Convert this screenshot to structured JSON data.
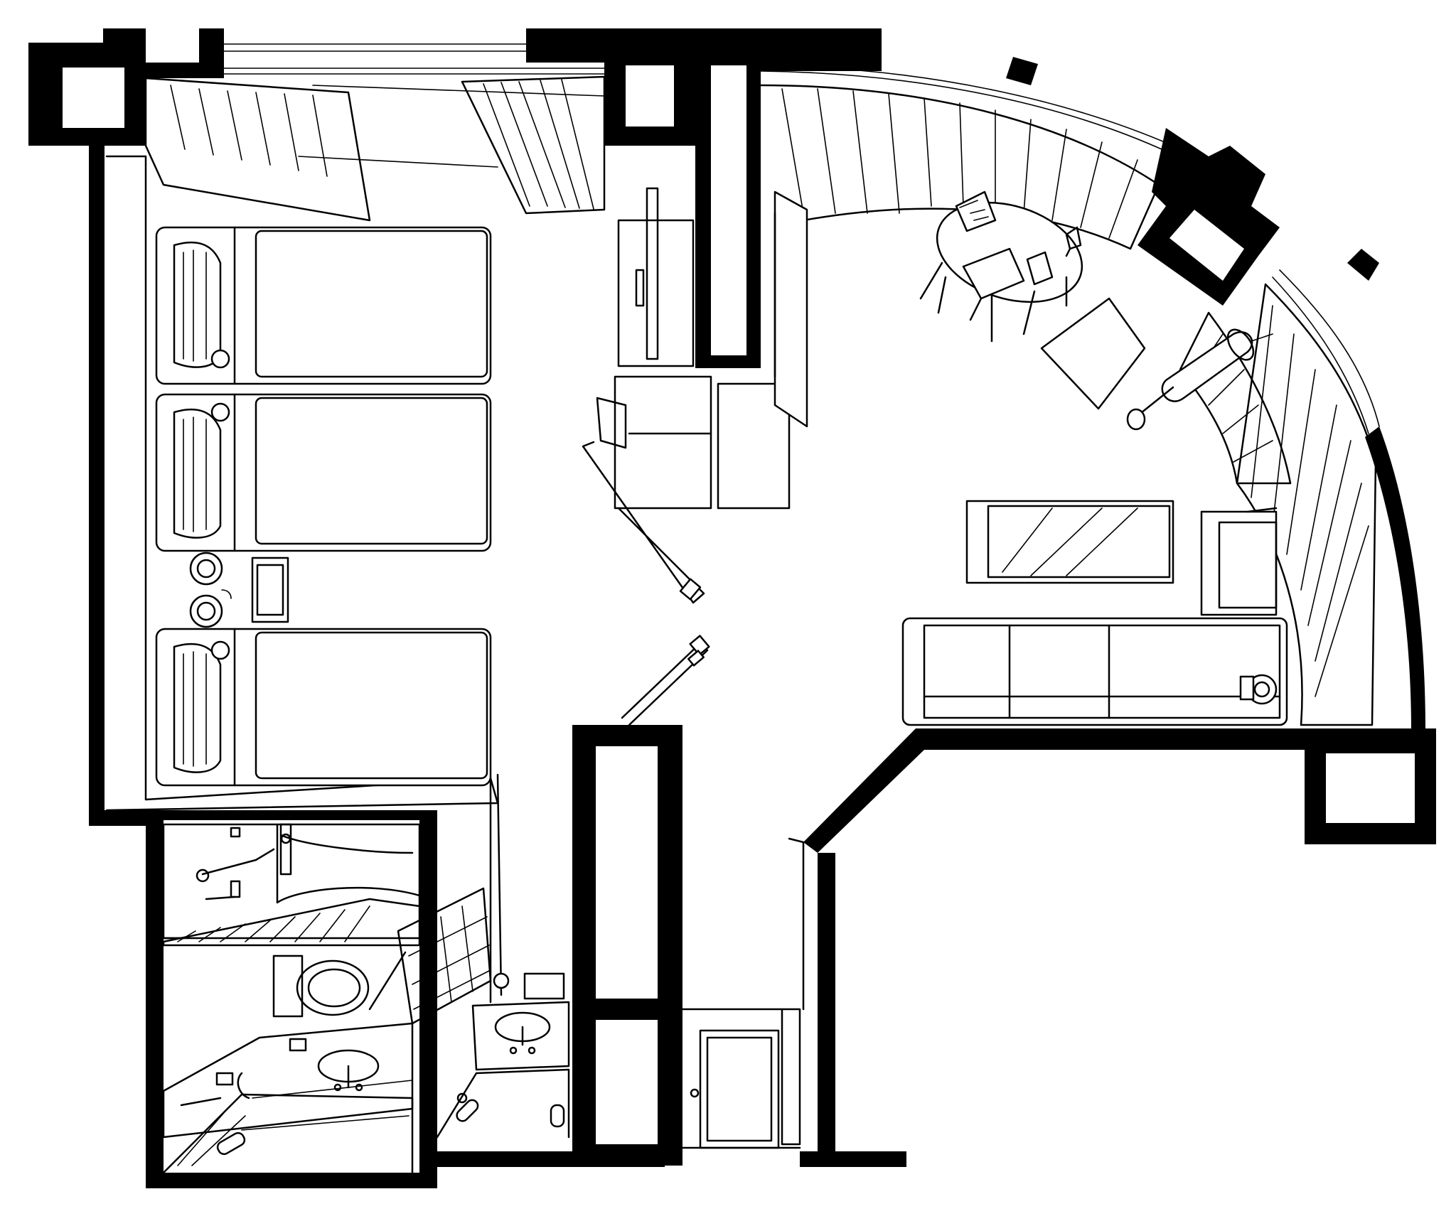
{
  "diagram": {
    "kind": "floor-plan",
    "style": "black-and-white line drawing",
    "colors": {
      "walls": "#000000",
      "background": "#ffffff",
      "lines": "#000000"
    },
    "rooms": [
      {
        "name": "bedroom",
        "beds": 3,
        "furniture": [
          "nightstand",
          "lamp",
          "lamp",
          "tv-console",
          "armchair",
          "desk"
        ]
      },
      {
        "name": "living-area",
        "furniture": [
          "sofa",
          "coffee-table",
          "armchair",
          "round-table",
          "chair",
          "chair",
          "telephone",
          "floor-lamp",
          "side-table",
          "curtains"
        ]
      },
      {
        "name": "bathroom-1",
        "fixtures": [
          "bathtub",
          "toilet",
          "sink",
          "shower"
        ]
      },
      {
        "name": "bathroom-2",
        "fixtures": [
          "sink"
        ]
      },
      {
        "name": "entry-corridor",
        "fixtures": [
          "entrance-door",
          "closet"
        ]
      }
    ]
  }
}
